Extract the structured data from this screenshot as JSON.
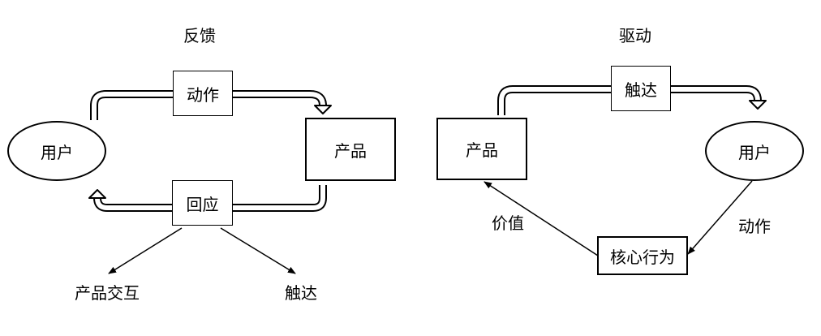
{
  "left_diagram": {
    "title": "反馈",
    "user_node": "用户",
    "product_node": "产品",
    "action_label": "动作",
    "response_label": "回应",
    "branch_left": "产品交互",
    "branch_right": "触达"
  },
  "right_diagram": {
    "title": "驱动",
    "product_node": "产品",
    "user_node": "用户",
    "reach_label": "触达",
    "core_node": "核心行为",
    "value_label": "价值",
    "action_label": "动作"
  },
  "colors": {
    "stroke": "#000000",
    "background": "#ffffff"
  }
}
